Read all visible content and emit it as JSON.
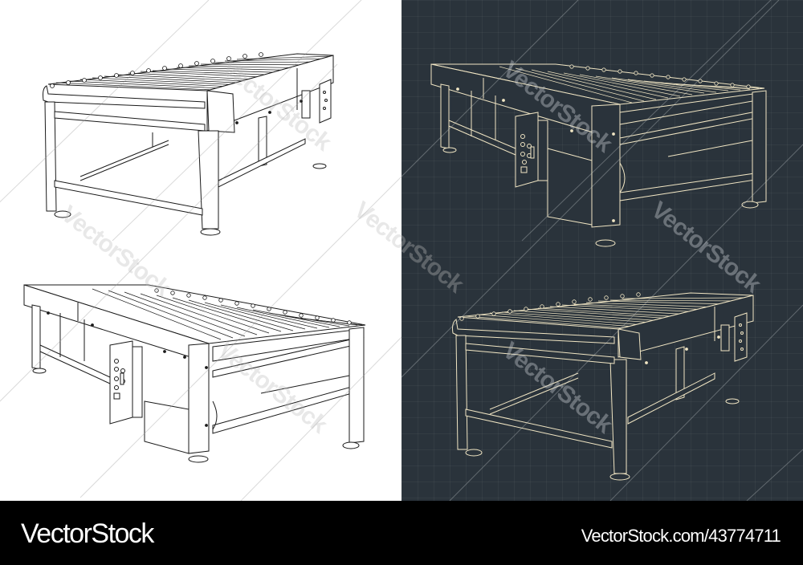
{
  "image": {
    "subject": "Roller conveyor blueprint drawings",
    "panels": [
      {
        "id": "top-left",
        "style": "outline-on-white",
        "view": "front-left isometric, control box at rear right"
      },
      {
        "id": "bottom-left",
        "style": "outline-on-white",
        "view": "rear isometric, control panel facing viewer"
      },
      {
        "id": "top-right",
        "style": "blueprint-on-dark",
        "view": "rear isometric, control panel facing viewer"
      },
      {
        "id": "bottom-right",
        "style": "blueprint-on-dark",
        "view": "front-left isometric, control box at rear right"
      }
    ],
    "colors": {
      "light_background": "#ffffff",
      "dark_background": "#2a333b",
      "light_line": "#1a1a1a",
      "dark_line": "#f1e6c4",
      "footer_background": "#000000",
      "footer_text": "#ffffff"
    }
  },
  "watermark": {
    "text": "VectorStock"
  },
  "footer": {
    "brand": "VectorStock",
    "url": "VectorStock.com/43774711"
  }
}
